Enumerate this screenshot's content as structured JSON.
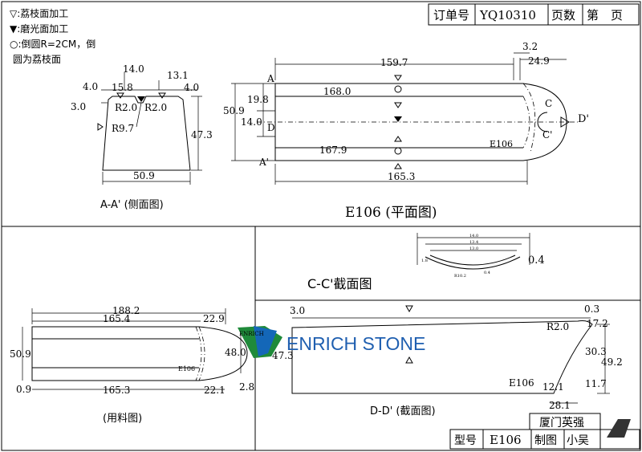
{
  "legend": {
    "lychee": "▽:荔枝面加工",
    "polish": "▼:磨光面加工",
    "round1": "○:倒圆R=2CM，倒",
    "round2": "圆为荔枝面"
  },
  "titleblock": {
    "order_label": "订单号",
    "order_no": "YQ10310",
    "pages_label": "页数",
    "page_label": "第　页",
    "model_label": "型号",
    "model": "E106",
    "drafter_label": "制图",
    "drafter": "小吴",
    "company": "厦门英强"
  },
  "side_view": {
    "title": "A-A' (侧面图)",
    "d_14": "14.0",
    "d_13_1": "13.1",
    "d_4_left": "4.0",
    "d_15_8": "15.8",
    "d_4_right": "4.0",
    "d_3": "3.0",
    "r_left": "R2.0",
    "r_right": "R2.0",
    "r_9_7": "R9.7",
    "height": "47.3",
    "width": "50.9"
  },
  "plan_view": {
    "title": "E106 (平面图)",
    "d_159_7": "159.7",
    "d_3_2": "3.2",
    "d_24_9": "24.9",
    "d_168": "168.0",
    "d_19_8": "19.8",
    "d_50_9": "50.9",
    "d_14": "14.0",
    "d_167_9": "167.9",
    "d_165_3": "165.3",
    "mark_a": "A",
    "mark_a2": "A'",
    "mark_d": "D",
    "mark_d2": "D'",
    "mark_c": "C",
    "mark_c2": "C'",
    "model": "E106"
  },
  "section_cc": {
    "title": "C-C'截面图",
    "d_0_4": "0.4",
    "s1": "14.0",
    "s2": "13.4",
    "s3": "13.0",
    "s4": "R10.2",
    "s5": "0.4",
    "s6": "1.8"
  },
  "material_view": {
    "title": "(用料图)",
    "d_188_2": "188.2",
    "d_165_4": "165.4",
    "d_22_9": "22.9",
    "d_50_9": "50.9",
    "d_48": "48.0",
    "d_0_9": "0.9",
    "d_165_3": "165.3",
    "d_22_1": "22.1",
    "d_2_8": "2.8",
    "model": "E106"
  },
  "section_dd": {
    "title": "D-D' (截面图)",
    "d_3": "3.0",
    "d_0_3": "0.3",
    "r_2": "R2.0",
    "d_17_2": "17.2",
    "d_47_3": "47.3",
    "d_30_3": "30.3",
    "d_49_2": "49.2",
    "d_11_7": "11.7",
    "d_12_1": "12.1",
    "d_28_1": "28.1",
    "model": "E106"
  },
  "watermark": {
    "brand": "ENRICH STONE",
    "logo_text": "ENRICH"
  },
  "colors": {
    "ink": "#000000",
    "logo_green": "#1f8a3a",
    "logo_blue": "#1467b8",
    "brand_blue": "#1f5fb0"
  }
}
